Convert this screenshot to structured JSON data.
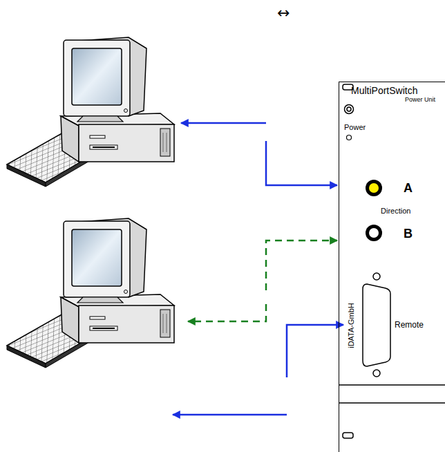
{
  "diagram": {
    "nodes": [
      {
        "text": [
          "MultiPortSwitch",
          "Power Unit",
          "Power",
          "A",
          "Direction",
          "B",
          "Remote",
          "iDATA-GmbH"
        ]
      }
    ],
    "labels": [
      "↔"
    ]
  }
}
